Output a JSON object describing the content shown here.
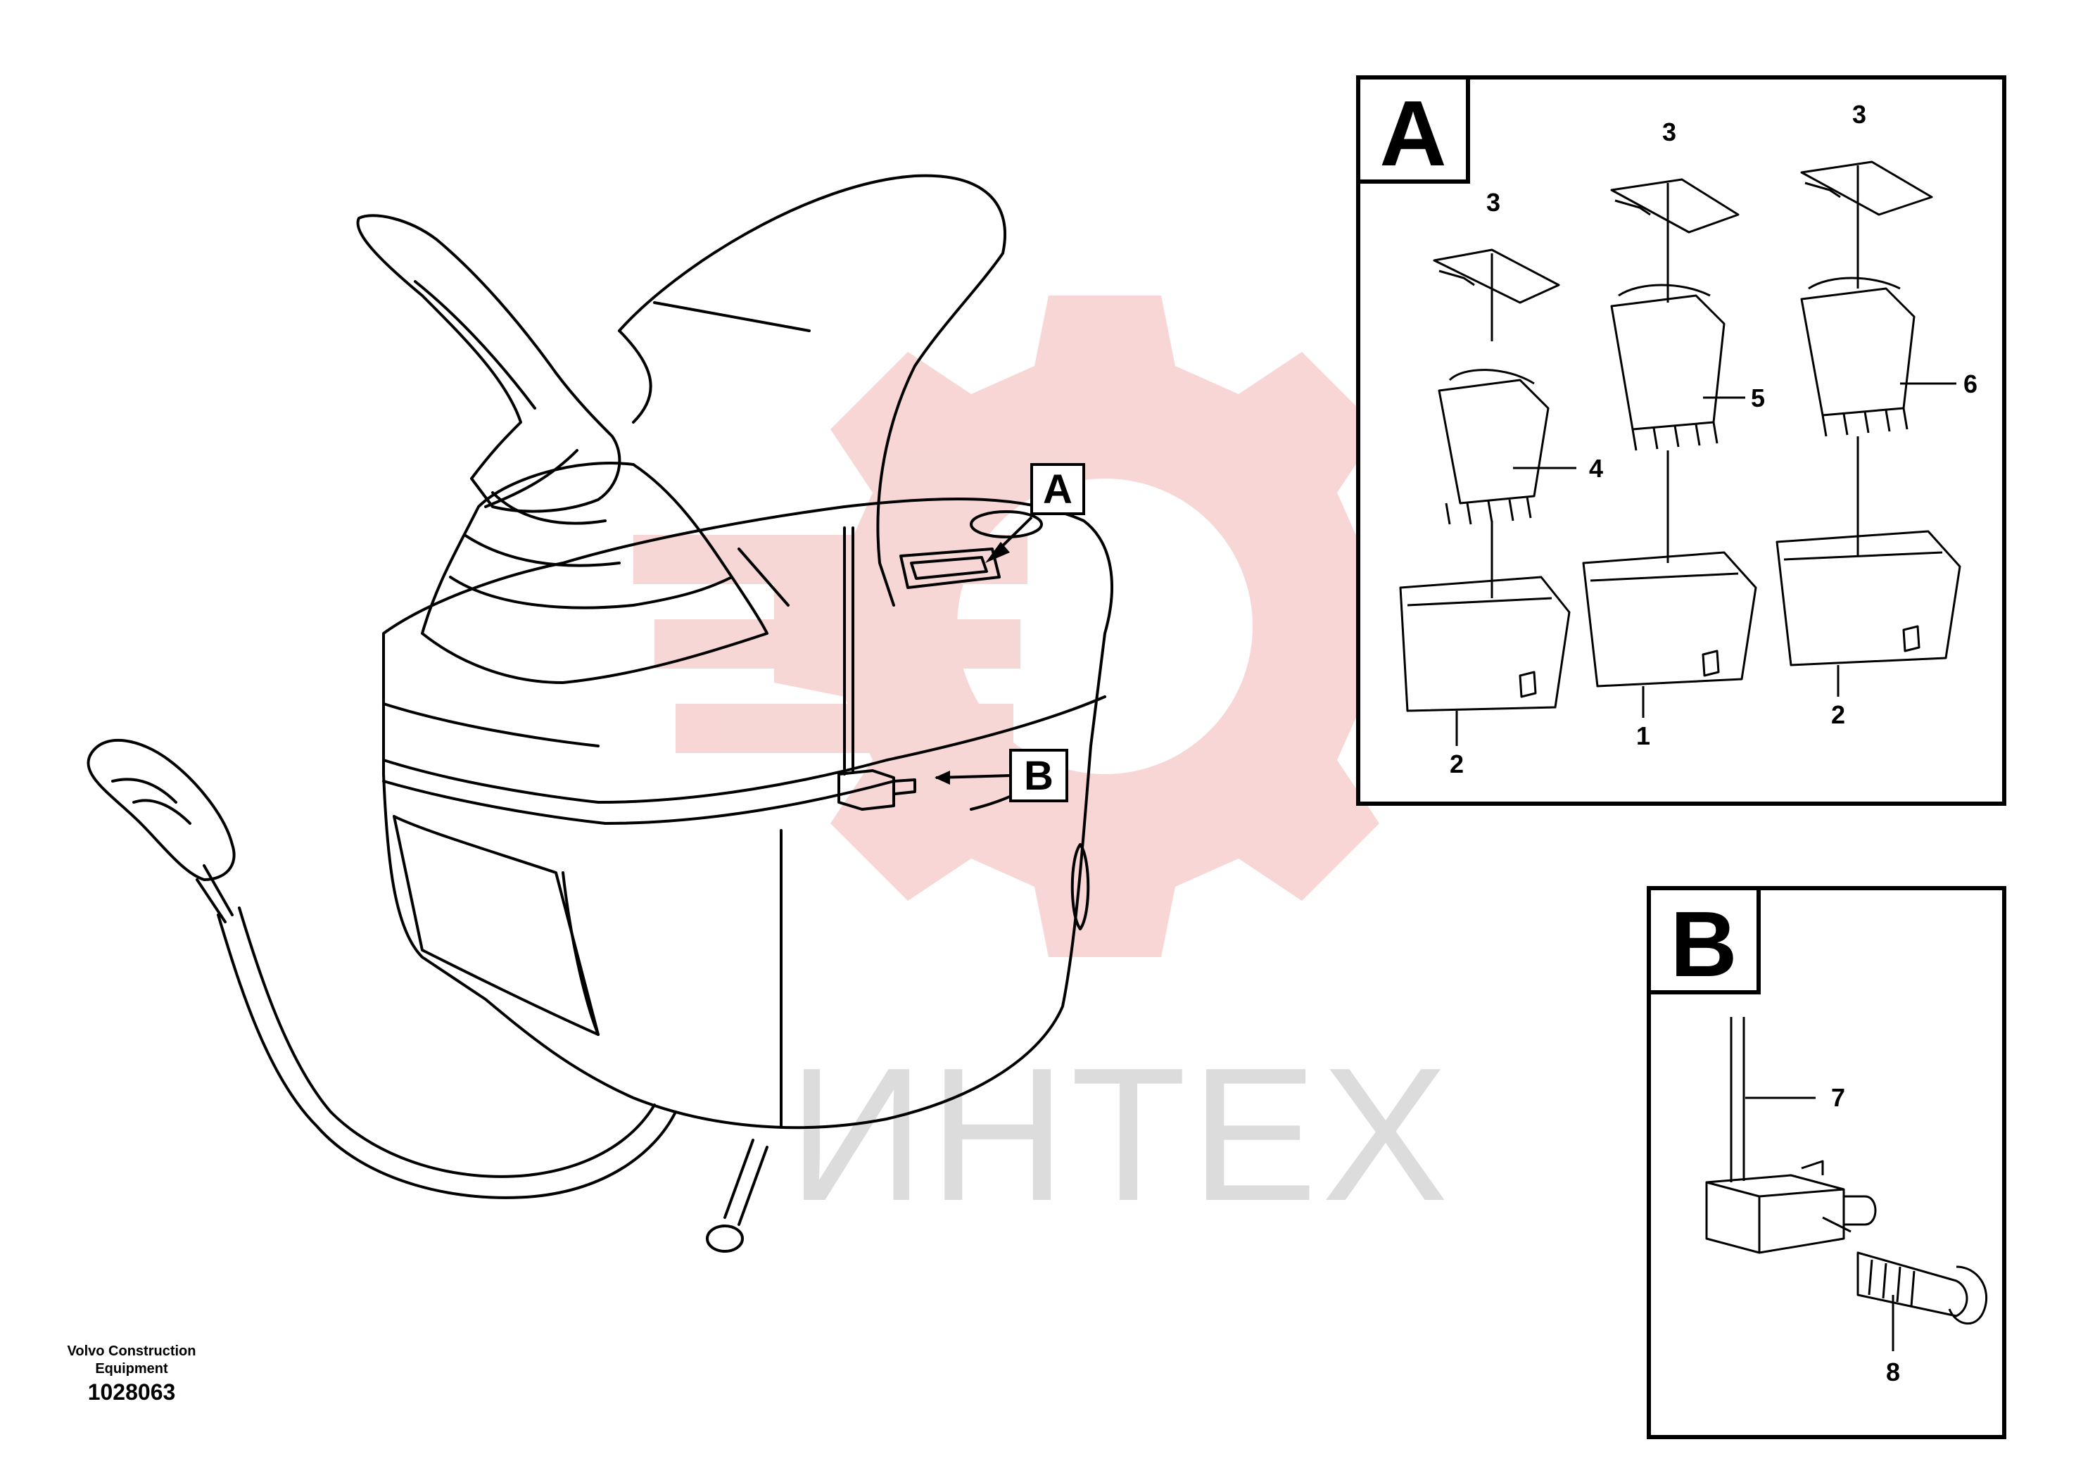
{
  "watermark": {
    "text": "ИНТЕХ",
    "color": "#e0e0e0",
    "gear_color": "#f5c4c4"
  },
  "panel_a": {
    "title": "A",
    "labels": [
      "3",
      "3",
      "3",
      "4",
      "5",
      "6",
      "2",
      "1",
      "2"
    ]
  },
  "panel_b": {
    "title": "B",
    "labels": [
      "7",
      "8"
    ]
  },
  "main_view": {
    "marker_a": "A",
    "marker_b": "B"
  },
  "footer": {
    "company_line1": "Volvo Construction",
    "company_line2": "Equipment",
    "number": "1028063"
  }
}
